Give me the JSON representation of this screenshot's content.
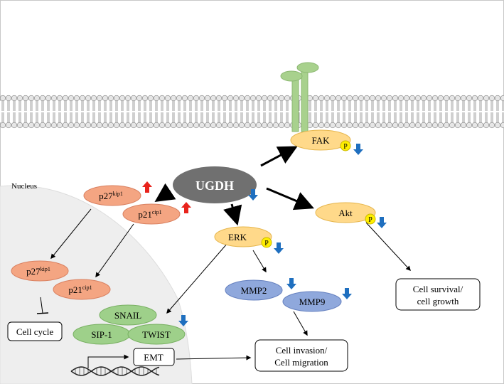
{
  "nucleus": {
    "label": "Nucleus"
  },
  "ugdh": {
    "label": "UGDH"
  },
  "phospho": "P",
  "proteins": {
    "fak": "FAK",
    "akt": "Akt",
    "erk": "ERK",
    "p27_base": "p27",
    "p27_sup": "kip1",
    "p21_base": "p21",
    "p21_sup": "cip1",
    "mmp2": "MMP2",
    "mmp9": "MMP9",
    "snail": "SNAIL",
    "sip1": "SIP-1",
    "twist": "TWIST"
  },
  "outcomes": {
    "cell_cycle": "Cell cycle",
    "emt": "EMT",
    "invasion_line1": "Cell invasion/",
    "invasion_line2": "Cell migration",
    "survival_line1": "Cell survival/",
    "survival_line2": "cell growth"
  },
  "colors": {
    "ugdh": "#707070",
    "fak_akt_erk": "#FFD98A",
    "p27_p21": "#F4A582",
    "mmp": "#8FA8DC",
    "emt_tf": "#9ED08A",
    "phospho": "#FFEE00",
    "down_arrow": "#1F6FBF",
    "up_arrow": "#E8231C",
    "receptor": "#A8D18D",
    "nucleus": "#EEEEEE"
  }
}
